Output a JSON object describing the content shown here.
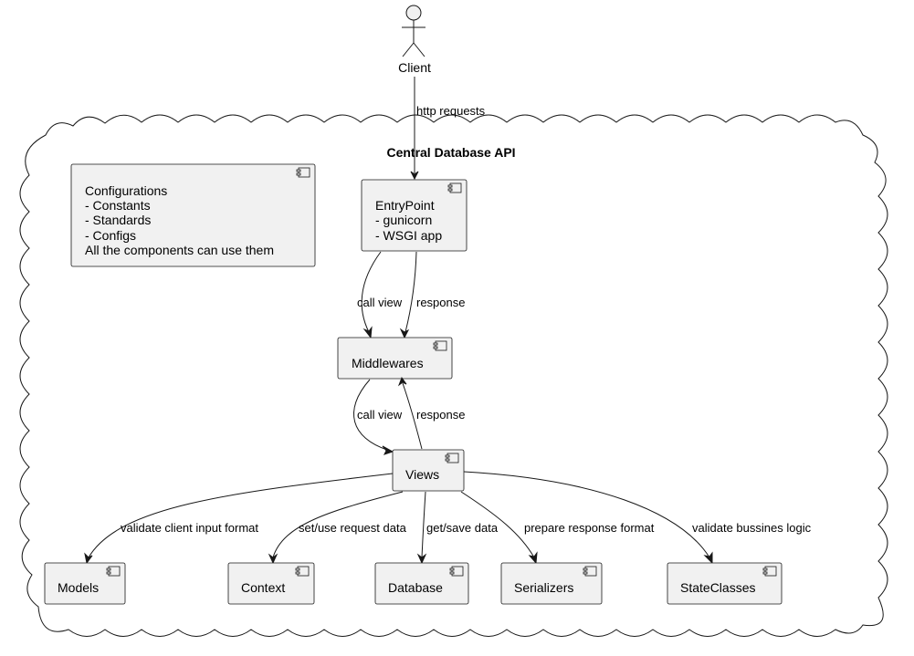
{
  "actor": {
    "label": "Client"
  },
  "cloud": {
    "title": "Central Database API"
  },
  "components": {
    "config": {
      "lines": [
        "Configurations",
        "- Constants",
        "- Standards",
        "- Configs",
        "All the components can use them"
      ]
    },
    "entrypoint": {
      "lines": [
        "EntryPoint",
        "- gunicorn",
        "- WSGI app"
      ]
    },
    "middlewares": {
      "label": "Middlewares"
    },
    "views": {
      "label": "Views"
    },
    "models": {
      "label": "Models"
    },
    "context": {
      "label": "Context"
    },
    "database": {
      "label": "Database"
    },
    "serializers": {
      "label": "Serializers"
    },
    "stateclasses": {
      "label": "StateClasses"
    }
  },
  "edges": {
    "client_entry": "http requests",
    "entry_mw_call": "call view",
    "entry_mw_resp": "response",
    "mw_views_call": "call view",
    "mw_views_resp": "response",
    "views_models": "validate client input format",
    "views_context": "set/use request data",
    "views_database": "get/save data",
    "views_serializers": "prepare response format",
    "views_stateclasses": "validate bussines logic"
  }
}
